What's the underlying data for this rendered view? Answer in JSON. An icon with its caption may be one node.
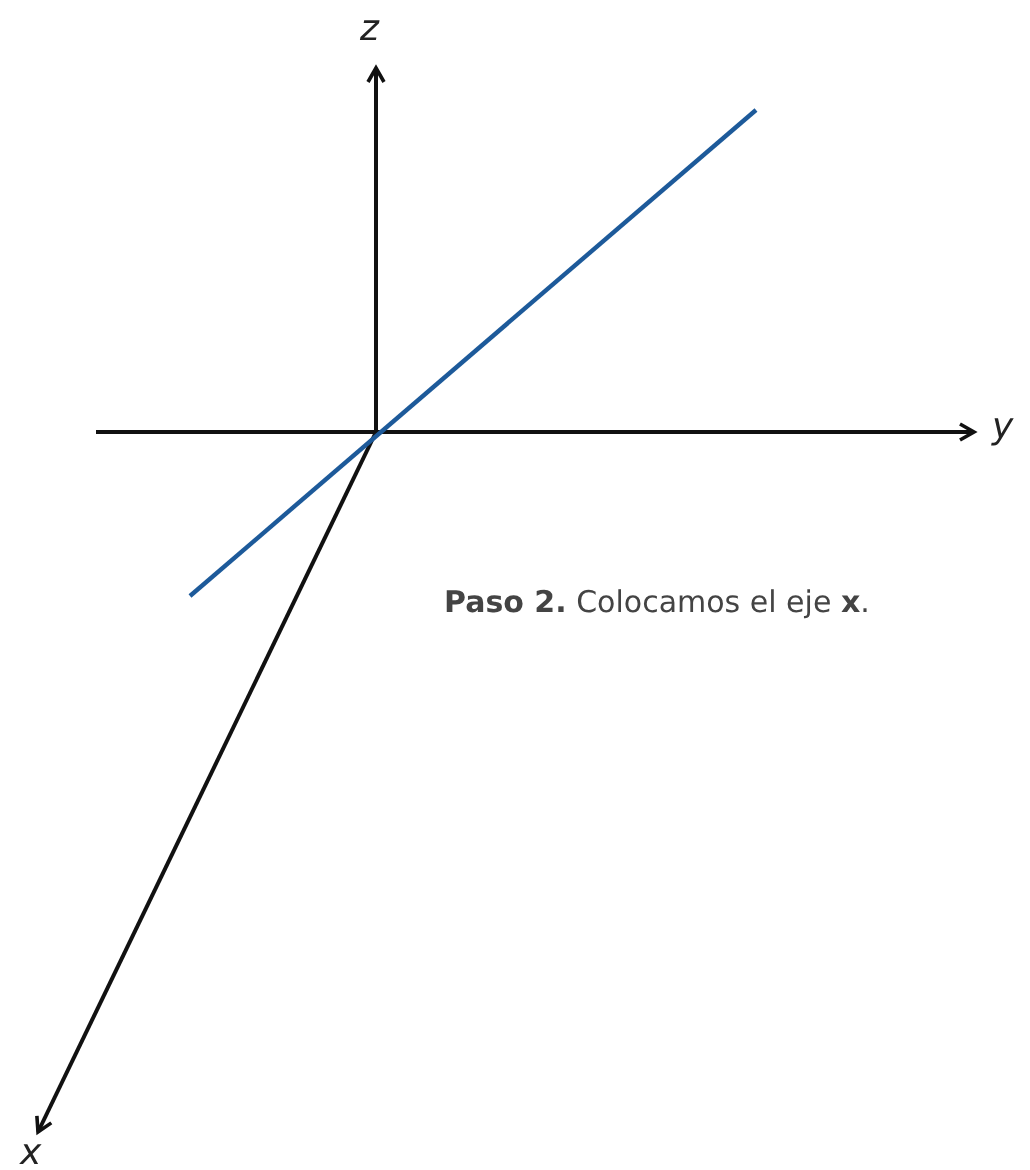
{
  "diagram": {
    "labels": [
      "z",
      "y",
      "x",
      "**Paso 2.** Colocamos el eje **x**."
    ]
  }
}
